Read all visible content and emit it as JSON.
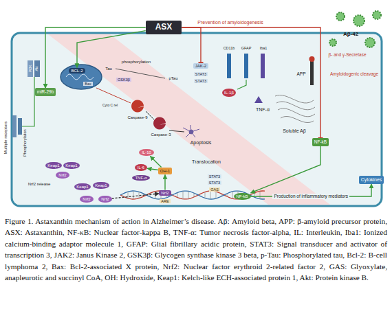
{
  "diagram": {
    "caption": "Figure 1. Astaxanthin mechanism of action in Alzheimer’s disease. Aβ: Amyloid beta, APP: β-amyloid precursor protein, ASX: Astaxanthin, NF-κB: Nuclear factor-kappa B, TNF-α: Tumor necrosis factor-alpha, IL: Interleukin, Iba1: Ionized calcium-binding adaptor molecule 1, GFAP: Glial fibrillary acidic protein, STAT3: Signal transducer and activator of transcription 3, JAK2: Janus Kinase 2, GSK3β: Glycogen synthase kinase 3 beta, p-Tau: Phosphorylated tau, Bcl-2: B-cell lymphoma 2, Bax: Bcl-2-associated X protein, Nrf2: Nuclear factor erythroid 2-related factor 2, GAS: Glyoxylate, anapleurotic and succinyl CoA, OH: Hydroxide, Keap1: Kelch-like ECH-associated protein 1, Akt: Protein kinase B.",
    "nodes": [
      {
        "text": [
          "ASX"
        ]
      },
      {
        "text": [
          "NF-kB"
        ]
      },
      {
        "text": [
          "miR-29b"
        ]
      },
      {
        "text": [
          "BCL-2"
        ]
      },
      {
        "text": [
          "JAK-2"
        ]
      },
      {
        "text": [
          "IL-1β"
        ]
      },
      {
        "text": [
          "IL-10"
        ]
      },
      {
        "text": [
          "IL-6"
        ]
      },
      {
        "text": [
          "TNF-α"
        ]
      },
      {
        "text": [
          "OH-1"
        ]
      },
      {
        "text": [
          "Nrf2"
        ]
      },
      {
        "text": [
          "NF-kB"
        ]
      },
      {
        "text": [
          "Cytokines"
        ]
      },
      {
        "text": [
          "Keap1"
        ]
      },
      {
        "text": [
          "Keap1"
        ]
      },
      {
        "text": [
          "Nrf2"
        ]
      },
      {
        "text": [
          "Keap1"
        ]
      },
      {
        "text": [
          "Keap1"
        ]
      },
      {
        "text": [
          "Nrf2"
        ]
      },
      {
        "text": [
          "Nrf2"
        ]
      }
    ],
    "edges": [
      {
        "from": 0,
        "to": 2,
        "arrow": "to"
      },
      {
        "from": 0,
        "to": 3,
        "arrow": "to"
      },
      {
        "from": 0,
        "to": 4,
        "arrow": "to"
      },
      {
        "from": 0,
        "to": 1,
        "arrow": "to"
      },
      {
        "from": 1,
        "to": 11,
        "arrow": "to"
      },
      {
        "from": 11,
        "to": 12,
        "label": "Production of inflammatory mediators",
        "arrow": "to"
      },
      {
        "from": 10,
        "to": 9,
        "arrow": "to"
      },
      {
        "from": 9,
        "to": 6,
        "arrow": "to"
      },
      {
        "from": 9,
        "to": 7,
        "arrow": "to"
      },
      {
        "from": 19,
        "to": 10,
        "arrow": "to"
      }
    ],
    "labels": [
      "Prevention of amyloidogenesis",
      "Aβ-42",
      "β- and γ-Secretase",
      "APP",
      "Amyloidogenic cleavage",
      "Soluble Aβ",
      "STAT3",
      "STAT3",
      "CD11b",
      "GFAP",
      "Iba1",
      "TNF-α",
      "Tau",
      "phosphorylation",
      "GSK3β",
      "pTau",
      "Bax",
      "Cyto C rel",
      "Caspase-9",
      "Caspase-3",
      "Apoptosis",
      "Multiple receptors",
      "PI3K",
      "Akt",
      "Phosphorylation",
      "Nrf2 release",
      "Translocation",
      "STAT3",
      "STAT3",
      "GAS",
      "ARE"
    ]
  }
}
